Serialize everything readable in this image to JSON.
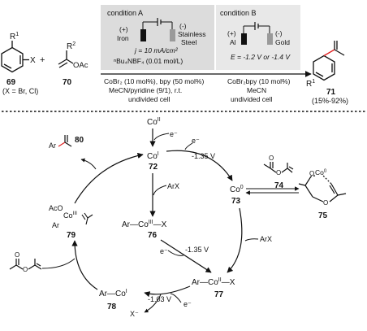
{
  "top": {
    "compound_69": {
      "number": "69",
      "substituent": "R",
      "substituent_sup": "1",
      "leaving_group": "X",
      "note": "(X = Br, Cl)"
    },
    "plus": "+",
    "compound_70": {
      "number": "70",
      "substituent": "R",
      "substituent_sup": "2",
      "group": "OAc"
    },
    "condition_a": {
      "title": "condition A",
      "anode_sign": "(+)",
      "anode": "Iron",
      "cathode_sign": "(-)",
      "cathode_line1": "Stainless",
      "cathode_line2": "Steel",
      "current": "j = 10 mA/cm²",
      "electrolyte": "ⁿBu₄NBF₄ (0.01 mol/L)",
      "line1": "CoBr₂ (10 mol%), bpy (50 mol%)",
      "line2": "MeCN/pyridine (9/1), r.t.",
      "line3": "undivided cell"
    },
    "condition_b": {
      "title": "condition B",
      "anode_sign": "(+)",
      "anode": "Al",
      "cathode_sign": "(-)",
      "cathode": "Gold",
      "potential": "E = -1.2 V or -1.4 V",
      "line1": "CoBr₂bpy (10 mol%)",
      "line2": "MeCN",
      "line3": "undivided cell"
    },
    "product_71": {
      "number": "71",
      "substituent": "R",
      "substituent_sup": "1",
      "yield": "(15%-92%)"
    }
  },
  "cycle": {
    "co_ii_top": {
      "text": "Co",
      "sup": "II"
    },
    "e_top": "e⁻",
    "co_i": {
      "text": "Co",
      "sup": "I",
      "number": "72"
    },
    "co_0": {
      "text": "Co",
      "sup": "0",
      "number": "73"
    },
    "c76": {
      "pre": "Ar—Co",
      "sup": "III",
      "post": "—X",
      "number": "76"
    },
    "c77": {
      "pre": "Ar—Co",
      "sup": "II",
      "post": "—X",
      "number": "77"
    },
    "c78": {
      "pre": "Ar—Co",
      "sup": "I",
      "number": "78"
    },
    "c79": {
      "line1": "AcO",
      "co": "Co",
      "sup": "III",
      "line2": "Ar",
      "number": "79"
    },
    "c80": {
      "ar": "Ar",
      "number": "80"
    },
    "c74": {
      "number": "74"
    },
    "c75": {
      "co": "Co",
      "sup": "0",
      "o": "O",
      "number": "75"
    },
    "arx_left": "ArX",
    "arx_right": "ArX",
    "e_72_73": "e⁻",
    "v_72_73": "-1.35 V",
    "e_76_77": "e⁻",
    "v_76_77": "-1.35 V",
    "v_77_78": "-1.03 V",
    "e_77_78": "e⁻",
    "x_minus": "X⁻"
  }
}
